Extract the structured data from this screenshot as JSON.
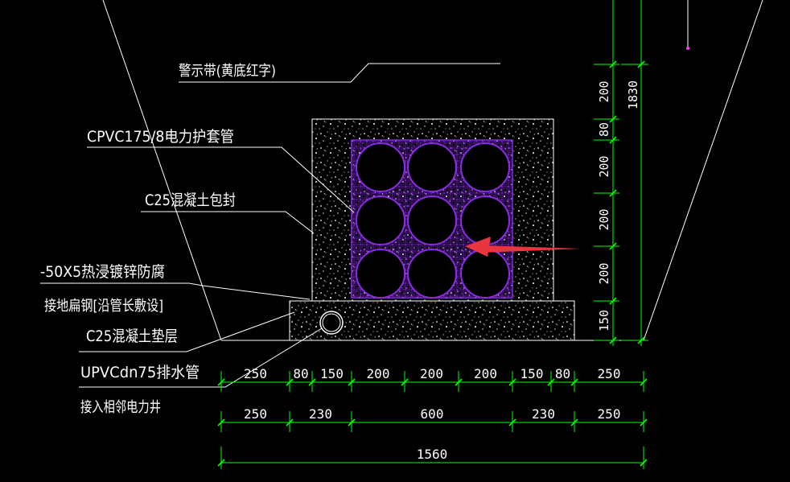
{
  "annotations": {
    "warning_tape": "警示带(黄底红字)",
    "conduit": "CPVC175/8电力护套管",
    "encasement": "C25混凝土包封",
    "ground_strip_1": "-50X5热浸镀锌防腐",
    "ground_strip_2": "接地扁钢[沿管长敷设]",
    "cushion": "C25混凝土垫层",
    "drain_pipe": "UPVCdn75排水管",
    "connect_well": "接入相邻电力井"
  },
  "dims_horizontal_row1": [
    "250",
    "80",
    "150",
    "200",
    "200",
    "200",
    "150",
    "80",
    "250"
  ],
  "dims_horizontal_row2": [
    "250",
    "230",
    "600",
    "230",
    "250"
  ],
  "dims_total": "1560",
  "dims_vertical": [
    "200",
    "80",
    "200",
    "200",
    "200",
    "150"
  ],
  "dims_vertical_total": "1830",
  "colors": {
    "background": "#000000",
    "lines": "#ffffff",
    "dimension": "#00ff00",
    "conduit_outline": "#8a2be2",
    "arrow": "#e8353f"
  }
}
